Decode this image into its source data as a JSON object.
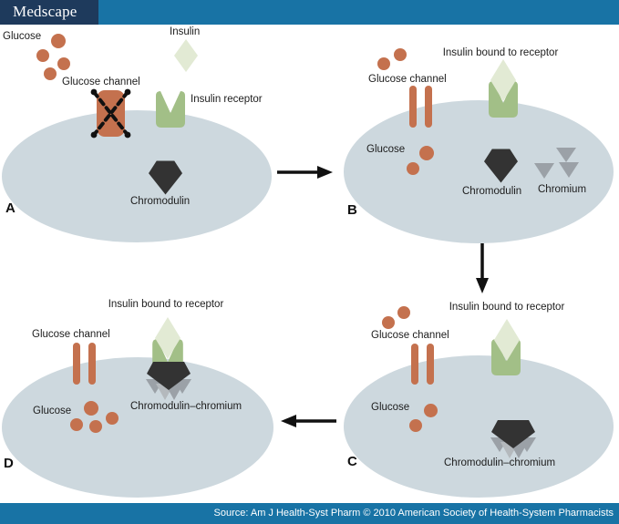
{
  "header": {
    "logo_text": "Medscape"
  },
  "footer": {
    "source_text": "Source: Am J Health-Syst Pharm © 2010 American Society of Health-System Pharmacists"
  },
  "panels": {
    "a": {
      "letter": "A",
      "glucose": "Glucose",
      "insulin": "Insulin",
      "glucose_channel": "Glucose channel",
      "insulin_receptor": "Insulin receptor",
      "chromodulin": "Chromodulin"
    },
    "b": {
      "letter": "B",
      "insulin_bound": "Insulin bound to receptor",
      "glucose_channel": "Glucose channel",
      "glucose": "Glucose",
      "chromodulin": "Chromodulin",
      "chromium": "Chromium"
    },
    "c": {
      "letter": "C",
      "insulin_bound": "Insulin bound to receptor",
      "glucose_channel": "Glucose channel",
      "glucose": "Glucose",
      "chromodulin_chromium": "Chromodulin–chromium"
    },
    "d": {
      "letter": "D",
      "insulin_bound": "Insulin bound to receptor",
      "glucose_channel": "Glucose channel",
      "glucose": "Glucose",
      "chromodulin_chromium": "Chromodulin–chromium"
    }
  },
  "colors": {
    "bar_teal": "#1873a5",
    "logo_navy": "#1e3a5c",
    "cell": "#cdd8de",
    "glucose_orange": "#c4714e",
    "receptor_green": "#a2bf87",
    "insulin_diamond": "#e2ead4",
    "chromodulin_dark": "#333333",
    "chromium_gray": "#9ba1a7",
    "chromium_gray_light": "#b4b9bd"
  }
}
